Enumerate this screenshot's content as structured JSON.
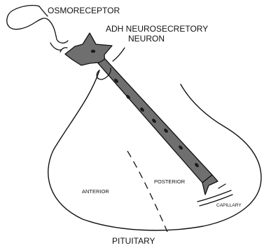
{
  "labels": {
    "osmoreceptor": "OSMORECEPTOR",
    "adh_line1": "ADH NEUROSECRETORY",
    "adh_line2": "NEURON",
    "anterior": "ANTERIOR",
    "posterior": "POSTERIOR",
    "capillary": "CAPILLARY",
    "pituitary": "PITUITARY"
  },
  "colors": {
    "ink": "#111111",
    "neuron_fill": "#6f6f6f",
    "granule": "#1a1a1a",
    "background": "#ffffff"
  }
}
